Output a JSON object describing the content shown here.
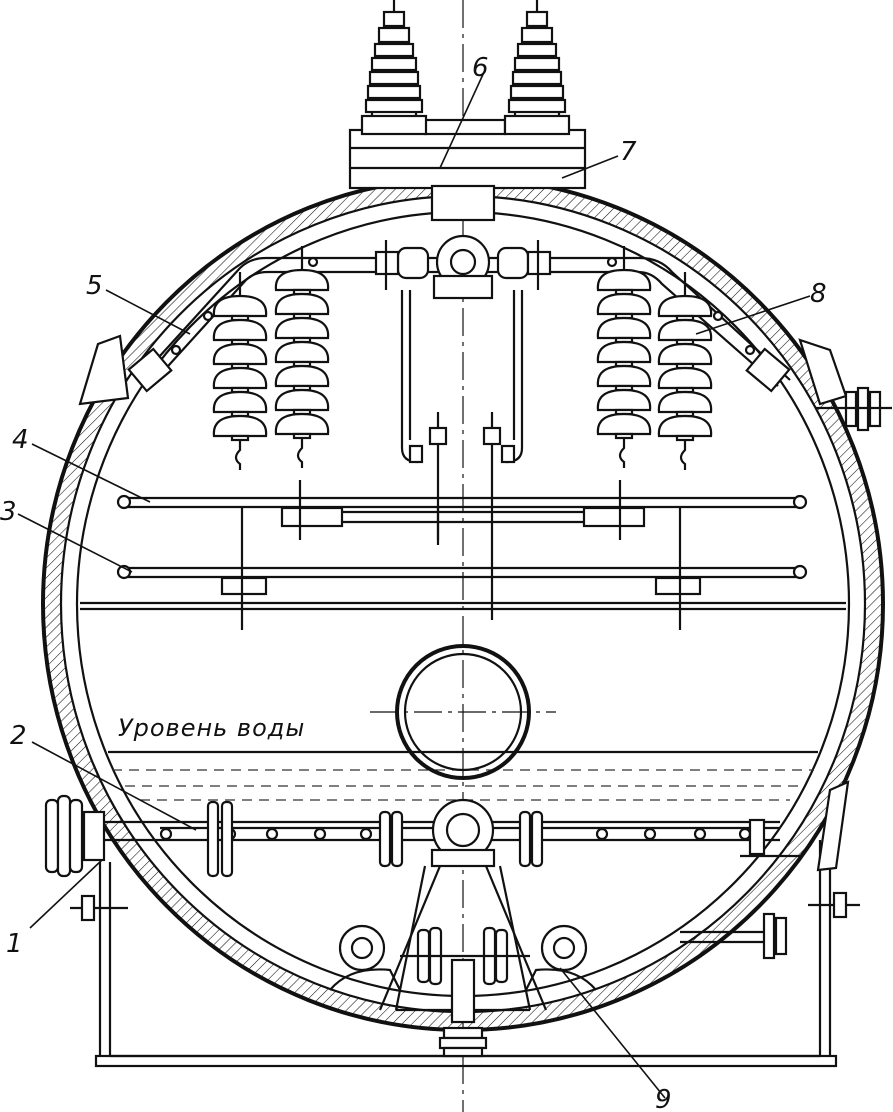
{
  "figure": {
    "water_level_label": "Уровень воды",
    "callouts": [
      {
        "id": "1",
        "text": "1"
      },
      {
        "id": "2",
        "text": "2"
      },
      {
        "id": "3",
        "text": "3"
      },
      {
        "id": "4",
        "text": "4"
      },
      {
        "id": "5",
        "text": "5"
      },
      {
        "id": "6",
        "text": "6"
      },
      {
        "id": "7",
        "text": "7"
      },
      {
        "id": "8",
        "text": "8"
      },
      {
        "id": "9",
        "text": "9"
      }
    ]
  }
}
